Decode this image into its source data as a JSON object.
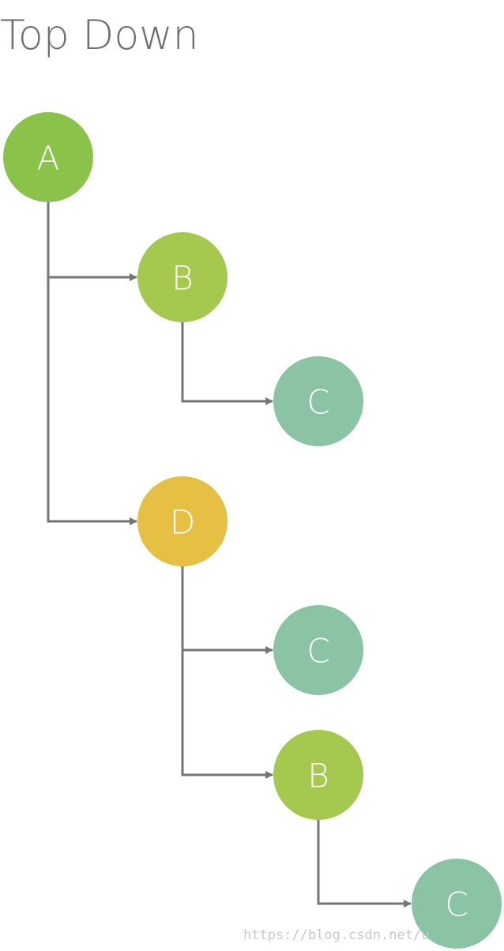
{
  "title": "Top Down",
  "watermark": "https://blog.csdn.net/u",
  "colors": {
    "edge": "#757575",
    "A": "#8bc34a",
    "B": "#a5c94f",
    "C": "#8ac4a5",
    "D": "#e6c043"
  },
  "nodes": [
    {
      "id": "n1",
      "label": "A",
      "color_key": "A"
    },
    {
      "id": "n2",
      "label": "B",
      "color_key": "B"
    },
    {
      "id": "n3",
      "label": "C",
      "color_key": "C"
    },
    {
      "id": "n4",
      "label": "D",
      "color_key": "D"
    },
    {
      "id": "n5",
      "label": "C",
      "color_key": "C"
    },
    {
      "id": "n6",
      "label": "B",
      "color_key": "B"
    },
    {
      "id": "n7",
      "label": "C",
      "color_key": "C"
    }
  ],
  "edges": [
    {
      "from": "n1",
      "to": "n2"
    },
    {
      "from": "n2",
      "to": "n3"
    },
    {
      "from": "n1",
      "to": "n4"
    },
    {
      "from": "n4",
      "to": "n5"
    },
    {
      "from": "n4",
      "to": "n6"
    },
    {
      "from": "n6",
      "to": "n7"
    }
  ]
}
